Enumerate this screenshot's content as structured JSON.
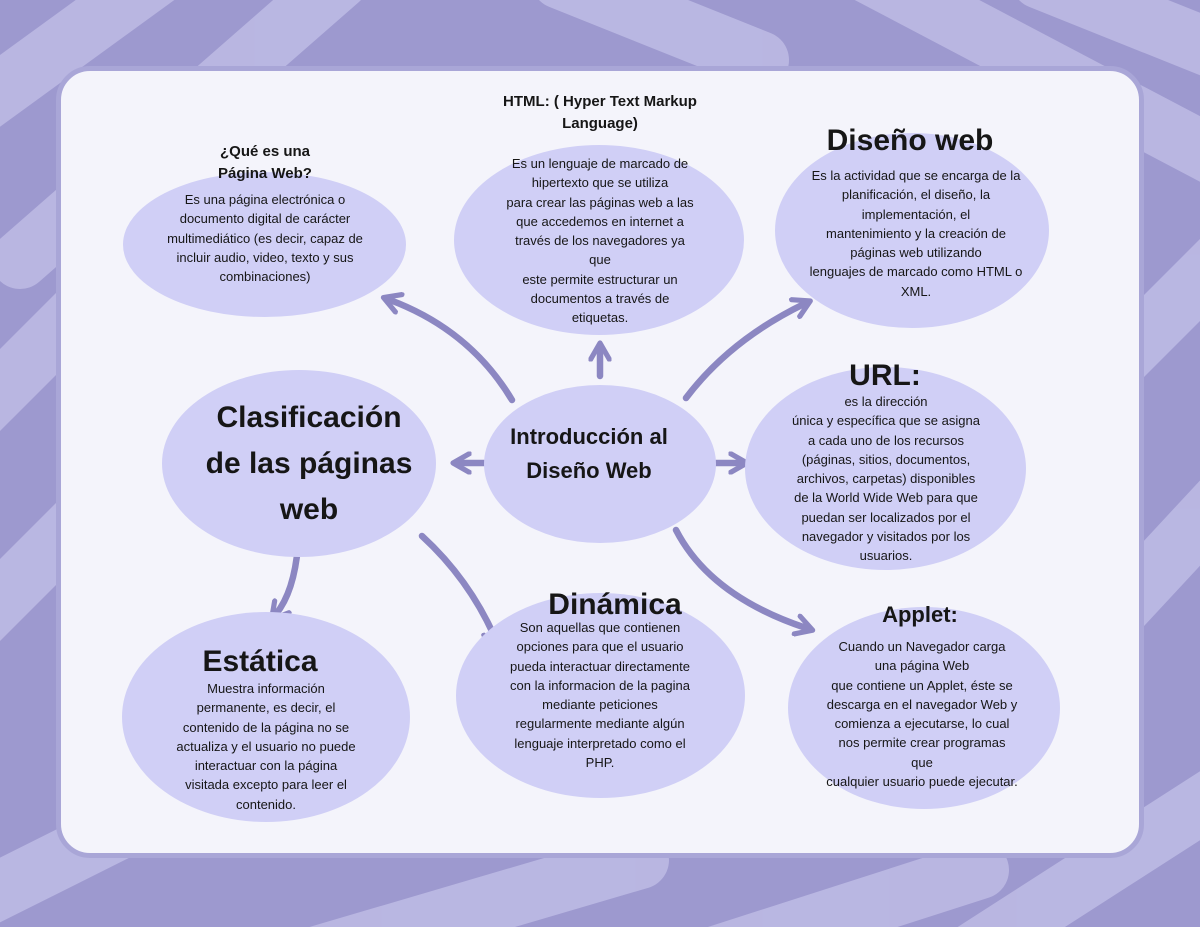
{
  "colors": {
    "background": "#9d99cf",
    "stripe": "#bdbae3",
    "panel": "#f4f4fb",
    "panel_border": "#a9a6d7",
    "oval": "#d0cff6",
    "arrow": "#8c87c2"
  },
  "center": {
    "title": "Introducción al\nDiseño Web"
  },
  "pagina_web": {
    "title": "¿Qué es una\nPágina Web?",
    "body": "Es una página electrónica o\ndocumento digital de carácter\nmultimediático (es decir, capaz de\nincluir audio, video, texto y sus\ncombinaciones)"
  },
  "html": {
    "title": "HTML: ( Hyper Text Markup\nLanguage)",
    "body": "Es un lenguaje de marcado de\nhipertexto que se utiliza\npara crear las páginas web a las\nque accedemos en internet a\ntravés de los navegadores ya\nque\neste permite estructurar un\ndocumentos a través de\netiquetas."
  },
  "diseno_web": {
    "title": "Diseño web",
    "body": "Es la actividad que se encarga de la\nplanificación, el diseño, la\nimplementación, el\nmantenimiento y la creación de\npáginas web utilizando\nlenguajes de marcado como HTML o\nXML."
  },
  "url": {
    "title": "URL:",
    "body": "es la dirección\núnica y específica que se asigna\na cada uno de los recursos\n(páginas, sitios, documentos,\narchivos, carpetas) disponibles\nde la World Wide Web para que\npuedan ser localizados por el\nnavegador y visitados por los\nusuarios."
  },
  "clasificacion": {
    "title": "Clasificación\nde las páginas\nweb"
  },
  "estatica": {
    "title": "Estática",
    "body": "Muestra información\npermanente, es decir, el\ncontenido de la página no se\nactualiza y el usuario no puede\ninteractuar con la página\nvisitada excepto para leer el\ncontenido."
  },
  "dinamica": {
    "title": "Dinámica",
    "body": "Son aquellas que contienen\nopciones para que el usuario\npueda interactuar directamente\ncon la informacion de la pagina\nmediante peticiones\nregularmente mediante algún\nlenguaje interpretado como el\nPHP."
  },
  "applet": {
    "title": "Applet:",
    "body": "Cuando un Navegador carga\nuna página Web\nque contiene un Applet, éste se\ndescarga en el navegador Web y\ncomienza a ejecutarse, lo cual\nnos permite crear programas\nque\ncualquier usuario puede ejecutar."
  }
}
